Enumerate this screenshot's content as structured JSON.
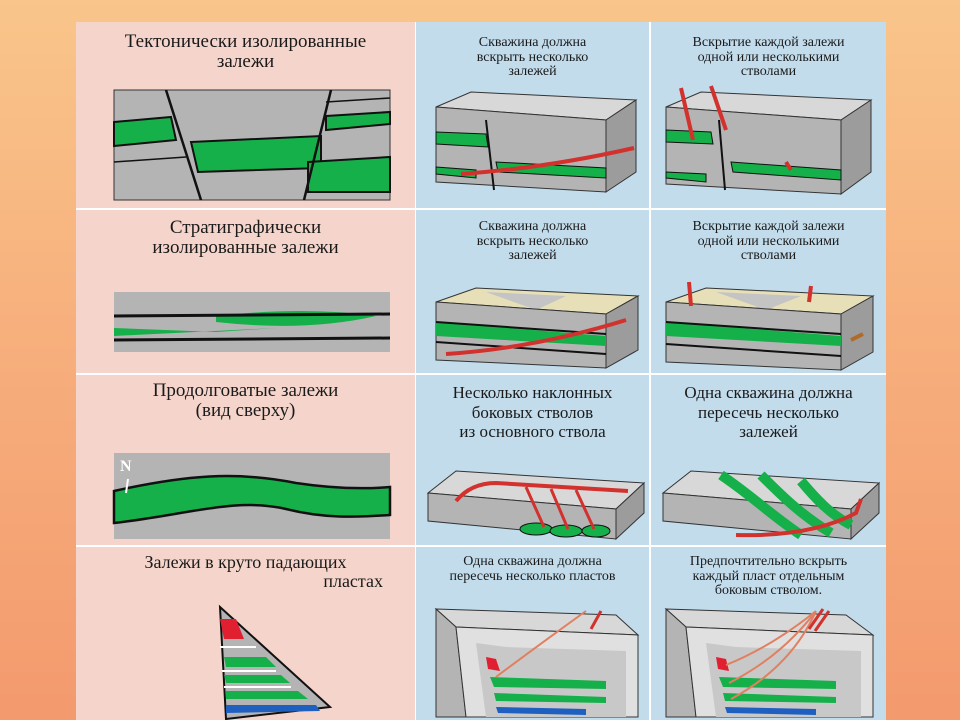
{
  "rows": [
    {
      "left": {
        "lines": [
          "Тектонически изолированные",
          "залежи"
        ]
      },
      "mid": {
        "lines": [
          "Скважина должна",
          "вскрыть несколько",
          "залежей"
        ]
      },
      "right": {
        "lines": [
          "Вскрытие каждой залежи",
          "одной или несколькими",
          "стволами"
        ]
      }
    },
    {
      "left": {
        "lines": [
          "Стратиграфически",
          "изолированные залежи"
        ]
      },
      "mid": {
        "lines": [
          "Скважина должна",
          "вскрыть несколько",
          "залежей"
        ]
      },
      "right": {
        "lines": [
          "Вскрытие каждой залежи",
          "одной или несколькими",
          "стволами"
        ]
      }
    },
    {
      "left": {
        "lines": [
          "Продолговатые залежи",
          "(вид сверху)"
        ],
        "compass": "N"
      },
      "mid": {
        "lines": [
          "Несколько наклонных",
          "боковых стволов",
          "из основного ствола"
        ]
      },
      "right": {
        "lines": [
          "Одна скважина должна",
          "пересечь несколько",
          "залежей"
        ]
      }
    },
    {
      "left": {
        "lines": [
          "Залежи в круто падающих",
          "пластах"
        ]
      },
      "mid": {
        "lines": [
          "Одна скважина должна",
          "пересечь несколько пластов"
        ]
      },
      "right": {
        "lines": [
          "Предпочтительно вскрыть",
          "каждый пласт отдельным",
          "боковым стволом."
        ]
      }
    }
  ],
  "colors": {
    "reservoir": "#16b04a",
    "rock": "#b8b8b8",
    "well": "#d2312d",
    "sand": "#e6dfb8",
    "water": "#1f5fbf"
  }
}
